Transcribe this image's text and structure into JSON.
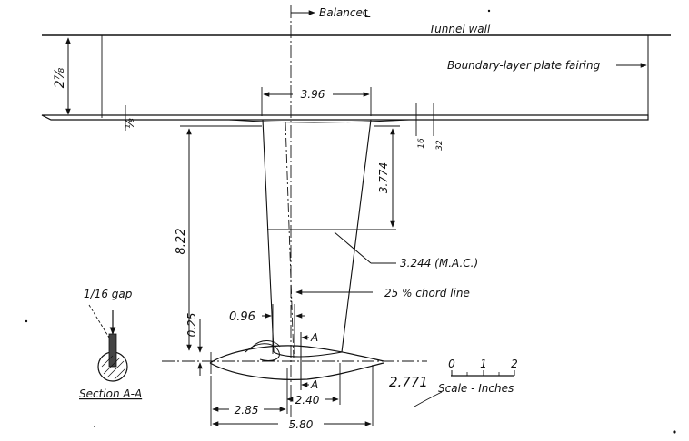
{
  "labels": {
    "balance": "Balance",
    "tunnel_wall": "Tunnel wall",
    "boundary_plate": "Boundary-layer plate fairing",
    "dim_height": "2⅞",
    "dim_root": "3.96",
    "dim_plate": "⅛",
    "dim_16": "16",
    "dim_32": "32",
    "dim_mac_pos": "3.774",
    "dim_span": "8.22",
    "mac": "3.244 (M.A.C.)",
    "chord_line": "25 % chord line",
    "gap": "1/16 gap",
    "dim_096": "0.96",
    "dim_025": "0.25",
    "section_a": "A",
    "dim_285": "2.85",
    "dim_240": "2.40",
    "dim_580": "5.80",
    "section_label": "Section A-A",
    "scale_label": "Scale - Inches",
    "scale_0": "0",
    "scale_1": "1",
    "scale_2": "2",
    "handwritten": "2.771"
  },
  "colors": {
    "ink": "#111111",
    "paper": "#ffffff"
  }
}
